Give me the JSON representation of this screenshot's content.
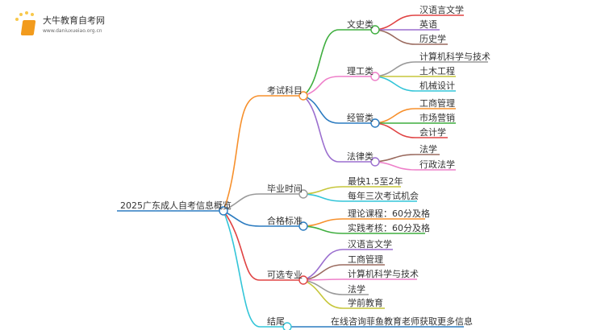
{
  "logo": {
    "name": "大牛教育自考网",
    "url": "www.daniuxueiao.org.cn"
  },
  "colors": {
    "root": "#2b7bc0",
    "orange": "#f7902c",
    "gray": "#999999",
    "blue": "#2b7bc0",
    "red": "#e04343",
    "cyan": "#33c5d8",
    "green": "#3fae3f",
    "pink": "#ee7fc9",
    "purple": "#9b6fcf",
    "brown": "#9a6a5e",
    "olive": "#c6c63a"
  },
  "root": "2025广东成人自考信息概览",
  "branches": {
    "subjects": {
      "label": "考试科目",
      "groups": [
        {
          "label": "文史类",
          "items": [
            "汉语言文学",
            "英语",
            "历史学"
          ]
        },
        {
          "label": "理工类",
          "items": [
            "计算机科学与技术",
            "土木工程",
            "机械设计"
          ]
        },
        {
          "label": "经管类",
          "items": [
            "工商管理",
            "市场营销",
            "会计学"
          ]
        },
        {
          "label": "法律类",
          "items": [
            "法学",
            "行政法学"
          ]
        }
      ]
    },
    "graduation": {
      "label": "毕业时间",
      "items": [
        "最快1.5至2年",
        "每年三次考试机会"
      ]
    },
    "passing": {
      "label": "合格标准",
      "items": [
        "理论课程：60分及格",
        "实践考核：60分及格"
      ]
    },
    "majors": {
      "label": "可选专业",
      "items": [
        "汉语言文学",
        "工商管理",
        "计算机科学与技术",
        "法学",
        "学前教育"
      ]
    },
    "ending": {
      "label": "结尾",
      "items": [
        "在线咨询菲鱼教育老师获取更多信息"
      ]
    }
  }
}
